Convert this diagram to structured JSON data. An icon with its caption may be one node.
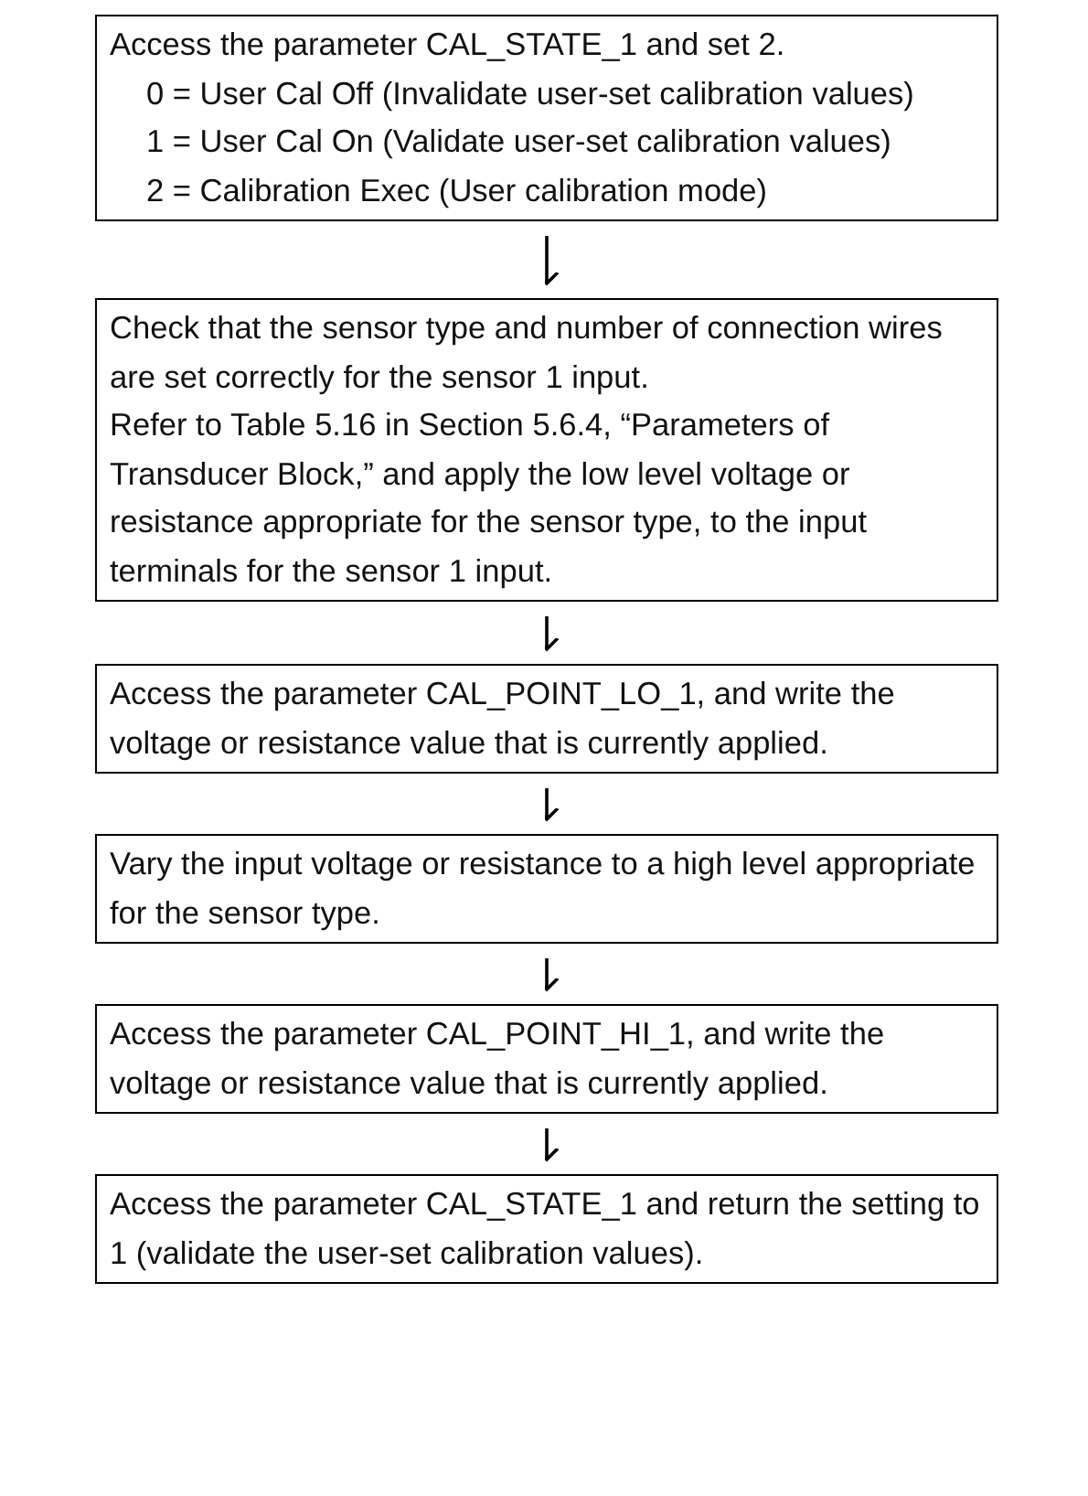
{
  "diagram": {
    "nodes": [
      {
        "text": [
          "Access the parameter CAL_STATE_1 and set 2.",
          "0 = User Cal Off (Invalidate user-set calibration values)",
          "1 = User Cal On (Validate user-set calibration values)",
          "2 = Calibration Exec (User calibration mode)"
        ]
      },
      {
        "text": [
          "Check that the sensor type and number of connection wires are set correctly for the sensor 1 input.",
          "Refer to Table 5.16 in Section 5.6.4, “Parameters of Transducer Block,” and apply the low level voltage or resistance appropriate for the sensor type, to the input terminals for the sensor 1 input."
        ]
      },
      {
        "text": [
          "Access the parameter CAL_POINT_LO_1, and write the voltage or resistance value that is currently applied."
        ]
      },
      {
        "text": [
          "Vary the input voltage or resistance to a high level appropriate for the sensor type."
        ]
      },
      {
        "text": [
          "Access the parameter CAL_POINT_HI_1, and write the voltage or resistance value that is currently applied."
        ]
      },
      {
        "text": [
          "Access the parameter CAL_STATE_1 and return the setting to 1 (validate the user-set calibration values)."
        ]
      }
    ],
    "edges": [
      {
        "from": 0,
        "to": 1,
        "arrow": "to"
      },
      {
        "from": 1,
        "to": 2,
        "arrow": "to"
      },
      {
        "from": 2,
        "to": 3,
        "arrow": "to"
      },
      {
        "from": 3,
        "to": 4,
        "arrow": "to"
      },
      {
        "from": 4,
        "to": 5,
        "arrow": "to"
      }
    ]
  }
}
